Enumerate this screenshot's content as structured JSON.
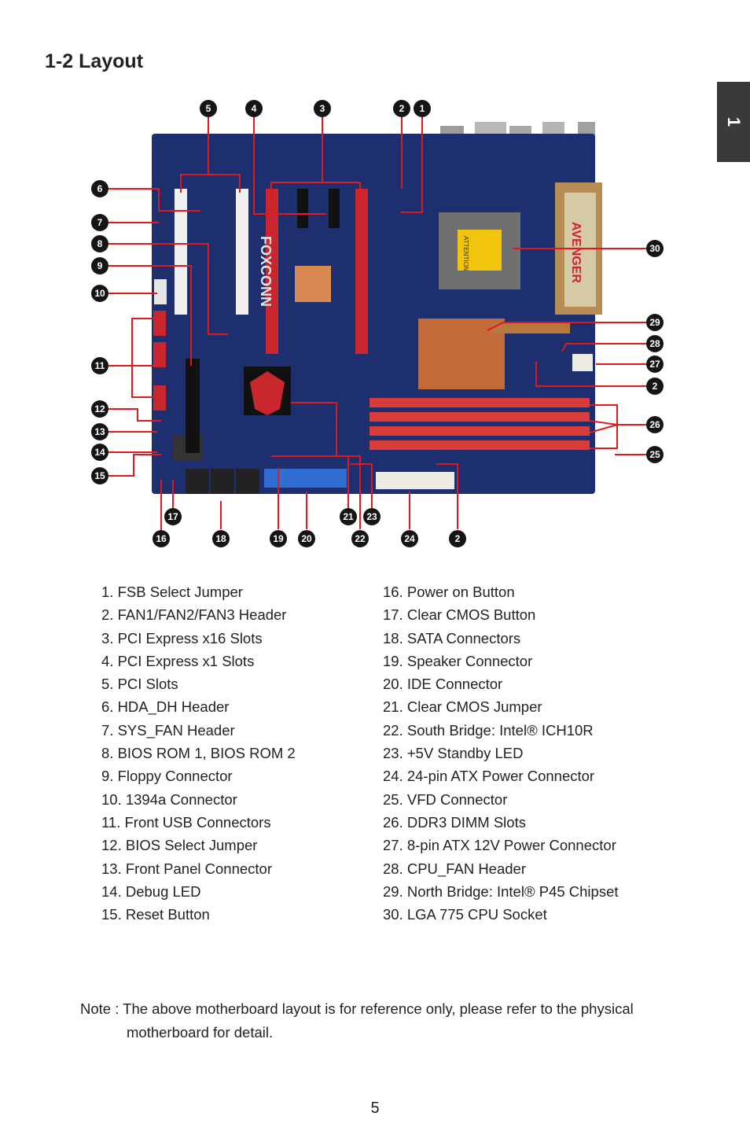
{
  "page": {
    "title": "1-2 Layout",
    "chapter_tab": "1",
    "page_number": "5"
  },
  "board": {
    "brand_text": "FOXCONN",
    "heatsink_text": "AVENGER",
    "socket_text": "ATTENTION",
    "colors": {
      "pcb": "#1d2f6e",
      "accent": "#e0191e",
      "dimm": "#d93a3a",
      "badge": "#151515"
    }
  },
  "callouts": [
    "1",
    "2",
    "3",
    "4",
    "5",
    "6",
    "7",
    "8",
    "9",
    "10",
    "11",
    "12",
    "13",
    "14",
    "15",
    "16",
    "17",
    "18",
    "19",
    "20",
    "21",
    "22",
    "23",
    "24",
    "25",
    "26",
    "27",
    "28",
    "29",
    "30"
  ],
  "legend": {
    "left": [
      "1. FSB Select Jumper",
      "2. FAN1/FAN2/FAN3 Header",
      "3. PCI Express x16 Slots",
      "4. PCI Express x1 Slots",
      "5. PCI Slots",
      "6. HDA_DH Header",
      "7. SYS_FAN Header",
      "8. BIOS ROM 1, BIOS ROM 2",
      "9. Floppy Connector",
      "10. 1394a Connector",
      "11. Front USB Connectors",
      "12. BIOS Select Jumper",
      "13. Front Panel Connector",
      "14. Debug LED",
      "15. Reset Button"
    ],
    "right": [
      "16. Power on Button",
      "17. Clear CMOS Button",
      "18. SATA Connectors",
      "19. Speaker Connector",
      "20. IDE Connector",
      "21. Clear CMOS Jumper",
      "22. South Bridge: Intel® ICH10R",
      "23. +5V Standby LED",
      "24. 24-pin ATX Power Connector",
      "25. VFD Connector",
      "26. DDR3 DIMM Slots",
      "27. 8-pin ATX 12V Power Connector",
      "28. CPU_FAN Header",
      "29. North Bridge: Intel® P45 Chipset",
      "30. LGA 775 CPU Socket"
    ]
  },
  "note": {
    "line1": "Note : The above motherboard layout is for reference only, please refer to the physical",
    "line2": "motherboard for detail."
  }
}
